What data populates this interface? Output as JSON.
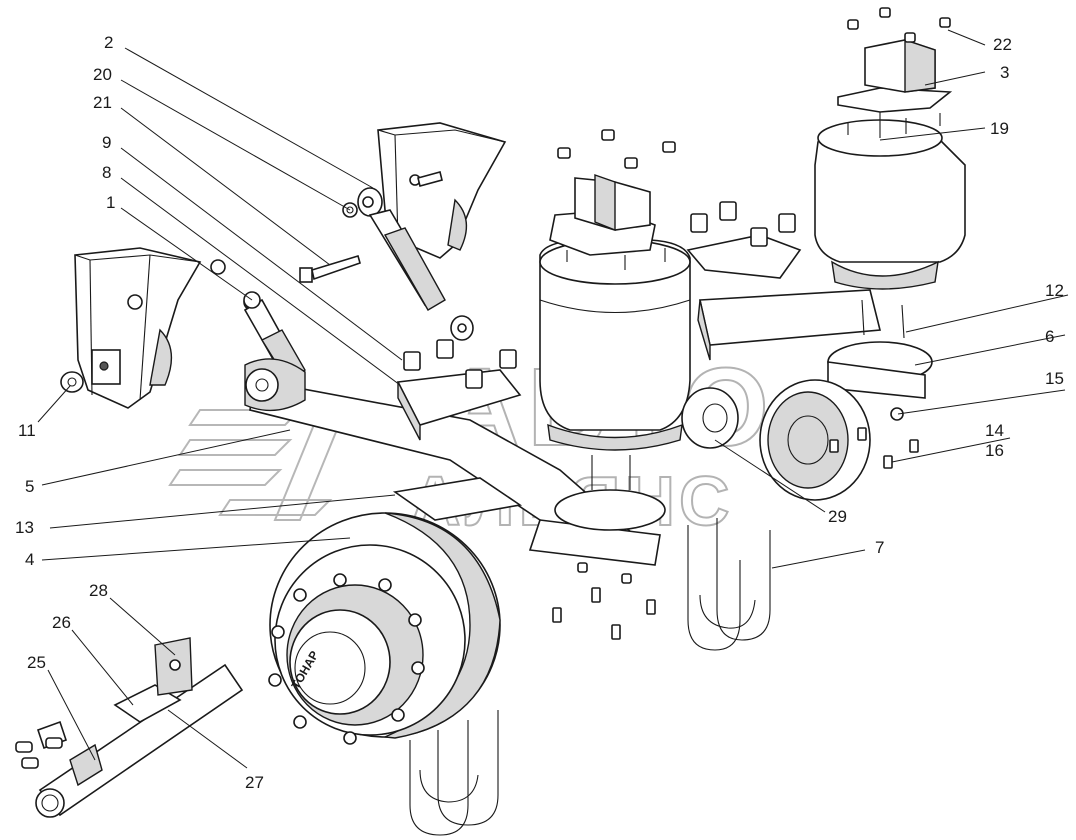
{
  "watermark": {
    "line1": "АВТО",
    "line2": "АЛЬЯНС"
  },
  "hub_marking": "ТОНАР",
  "callouts": [
    {
      "id": "c2",
      "label": "2"
    },
    {
      "id": "c20",
      "label": "20"
    },
    {
      "id": "c21",
      "label": "21"
    },
    {
      "id": "c9",
      "label": "9"
    },
    {
      "id": "c8",
      "label": "8"
    },
    {
      "id": "c1",
      "label": "1"
    },
    {
      "id": "c11",
      "label": "11"
    },
    {
      "id": "c5",
      "label": "5"
    },
    {
      "id": "c13",
      "label": "13"
    },
    {
      "id": "c4",
      "label": "4"
    },
    {
      "id": "c28",
      "label": "28"
    },
    {
      "id": "c26",
      "label": "26"
    },
    {
      "id": "c25",
      "label": "25"
    },
    {
      "id": "c27",
      "label": "27"
    },
    {
      "id": "c22",
      "label": "22"
    },
    {
      "id": "c3",
      "label": "3"
    },
    {
      "id": "c19",
      "label": "19"
    },
    {
      "id": "c12",
      "label": "12"
    },
    {
      "id": "c6",
      "label": "6"
    },
    {
      "id": "c15",
      "label": "15"
    },
    {
      "id": "c14",
      "label": "14"
    },
    {
      "id": "c16",
      "label": "16"
    },
    {
      "id": "c29",
      "label": "29"
    },
    {
      "id": "c7",
      "label": "7"
    }
  ]
}
